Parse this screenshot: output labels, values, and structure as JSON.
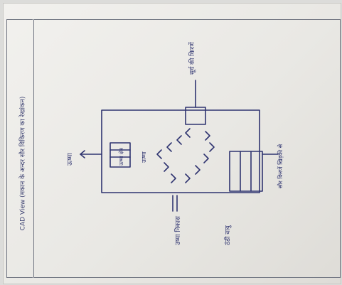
{
  "sheet": {
    "title": "CAD View (मकान के अन्दर सौर विकिरण का रेखांकन)"
  },
  "diagram": {
    "labels": {
      "top": "सूर्य की किरणें",
      "left": "ऊष्मा",
      "right": "सौर किरणें खिड़की से",
      "inner_box": "ऊष्मा क्षेत्र",
      "near_box": "ऊष्मा",
      "bottom_left": "उष्मा निकास",
      "bottom_right": "ठंडी वायु"
    },
    "colors": {
      "ink": "#2f3470",
      "paper": "#efeeea",
      "frame": "#6f7480"
    }
  }
}
